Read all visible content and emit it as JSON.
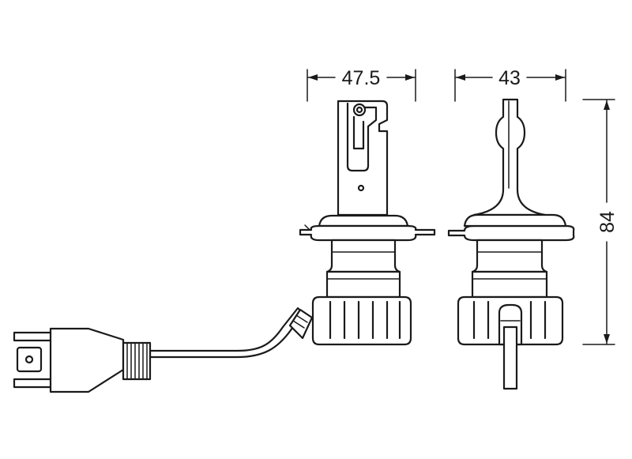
{
  "dimensions": {
    "front_width": "47.5",
    "side_width": "43",
    "height": "84"
  },
  "colors": {
    "stroke": "#1a1a1a",
    "background": "#ffffff"
  }
}
